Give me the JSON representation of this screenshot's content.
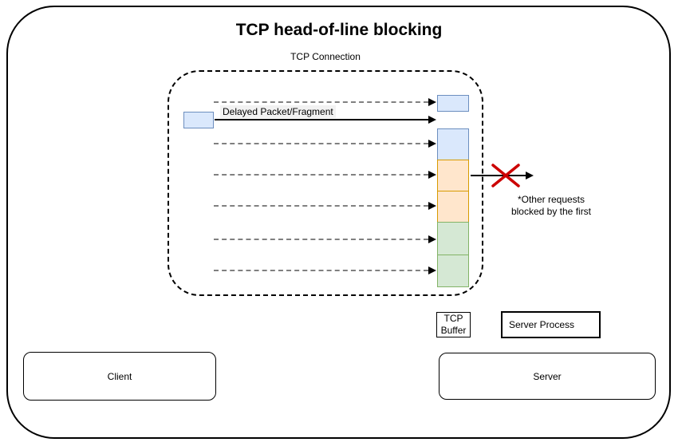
{
  "title": "TCP head-of-line blocking",
  "tcp_connection": {
    "label": "TCP Connection"
  },
  "delayed_packet": {
    "label": "Delayed Packet/Fragment"
  },
  "blocked_note": {
    "text": "*Other requests\nblocked by the first"
  },
  "tcp_buffer": {
    "label": "TCP\nBuffer"
  },
  "server_process": {
    "label": "Server Process"
  },
  "client": {
    "label": "Client"
  },
  "server": {
    "label": "Server"
  },
  "colors": {
    "fills": {
      "blue": "#dae8fc",
      "orange": "#ffe6cc",
      "green": "#d5e8d4"
    },
    "strokes": {
      "blue": "#6c8ebf",
      "orange": "#d79b00",
      "green": "#82b366"
    },
    "x_mark": "#cc0000",
    "dashed_arrow": "#808080",
    "solid_arrow": "#000000"
  },
  "buffer": {
    "incoming_packet_color": "blue",
    "first_segment_color": "blue",
    "stack_segments": [
      {
        "color": "blue",
        "height": 40
      },
      {
        "color": "orange",
        "height": 40
      },
      {
        "color": "orange",
        "height": 40
      },
      {
        "color": "green",
        "height": 42
      },
      {
        "color": "green",
        "height": 41
      }
    ]
  },
  "request_arrows": {
    "dashed_y": [
      128,
      180,
      219,
      258,
      300,
      339
    ]
  }
}
